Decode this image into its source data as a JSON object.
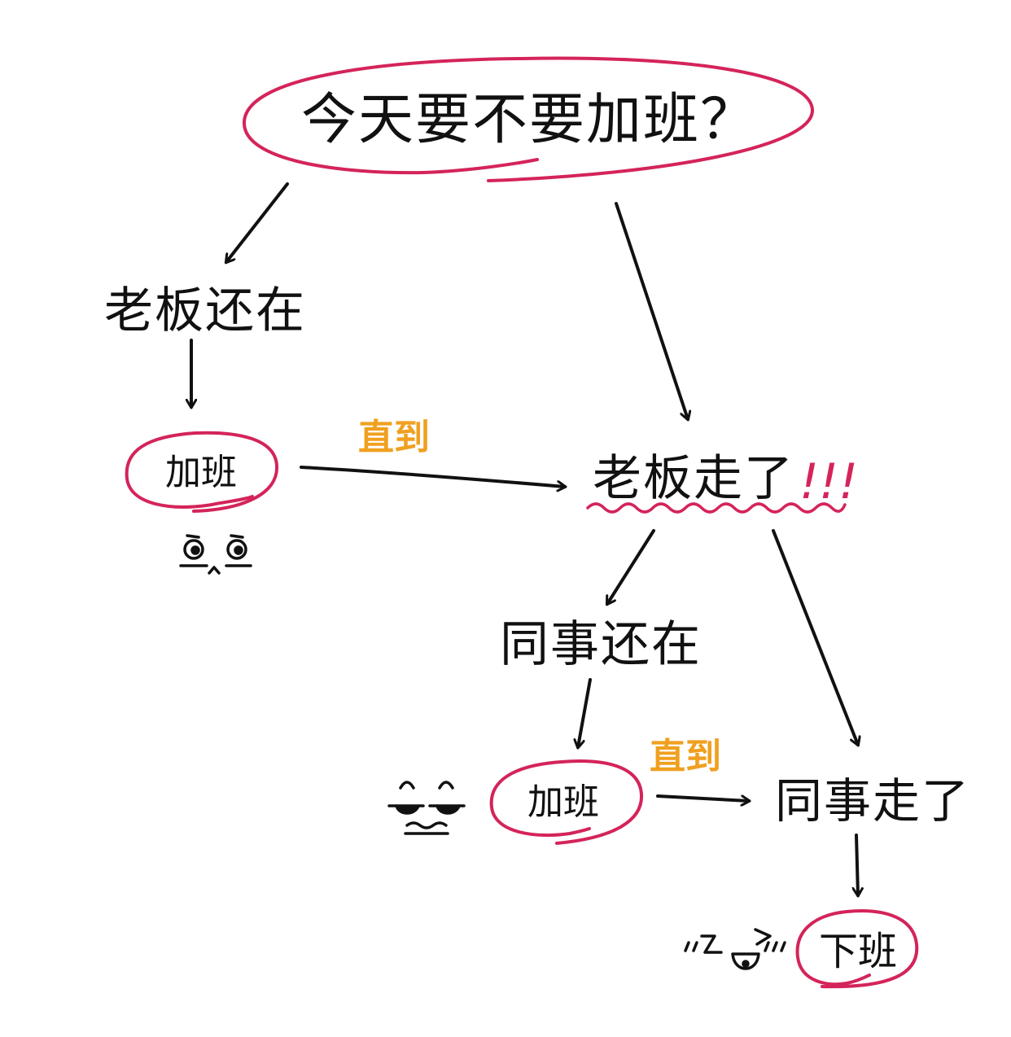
{
  "nodes": {
    "question": "今天要不要加班？",
    "boss_present": "老板还在",
    "overtime_1": "加班",
    "boss_left": "老板走了",
    "boss_left_exclaim": "!!!",
    "coworker_present": "同事还在",
    "overtime_2": "加班",
    "coworker_left": "同事走了",
    "off_work": "下班"
  },
  "edge_labels": {
    "until_1": "直到",
    "until_2": "直到"
  },
  "colors": {
    "ink": "#111111",
    "circle": "#d4245a",
    "edge_label": "#f0a020",
    "background": "#ffffff"
  },
  "faces": {
    "face_1": "shocked-eyes-face",
    "face_2": "sleepy-face",
    "face_3": "happy-laughing-face"
  }
}
